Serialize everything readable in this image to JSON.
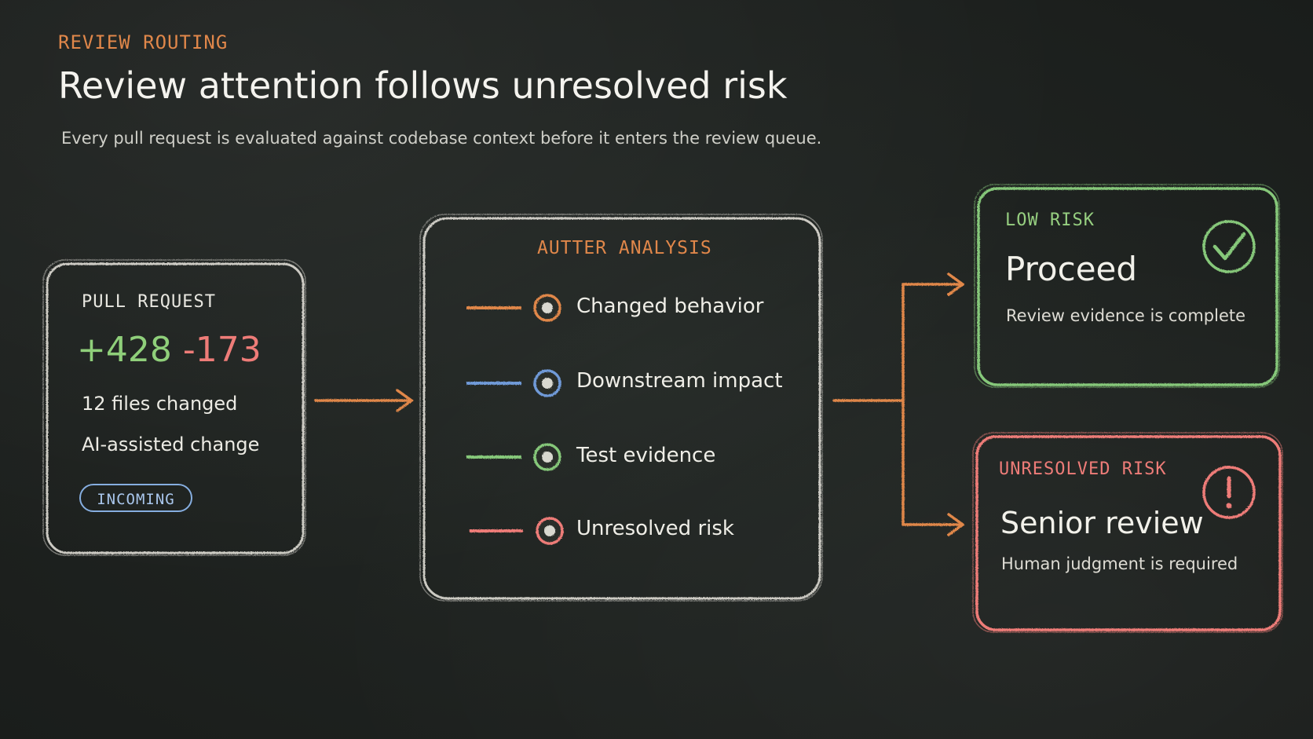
{
  "header": {
    "eyebrow": "REVIEW ROUTING",
    "title": "Review attention follows unresolved risk",
    "subtitle": "Every pull request is evaluated against codebase context before it enters the review queue."
  },
  "pull_request": {
    "label": "PULL REQUEST",
    "additions": "+428",
    "deletions": "-173",
    "files": "12 files changed",
    "note": "AI-assisted change",
    "badge": "INCOMING"
  },
  "analysis": {
    "label": "AUTTER ANALYSIS",
    "factors": [
      {
        "label": "Changed behavior",
        "color": "#e0874a"
      },
      {
        "label": "Downstream impact",
        "color": "#6f9ad8"
      },
      {
        "label": "Test evidence",
        "color": "#86c87a"
      },
      {
        "label": "Unresolved risk",
        "color": "#ee7c78"
      }
    ]
  },
  "outcomes": {
    "low": {
      "label": "LOW RISK",
      "title": "Proceed",
      "description": "Review evidence is complete",
      "color": "#86c87a"
    },
    "high": {
      "label": "UNRESOLVED RISK",
      "title": "Senior review",
      "description": "Human judgment is required",
      "color": "#ee7c78"
    }
  },
  "colors": {
    "accent": "#e0874a",
    "chalk": "#e8e7e0",
    "board": "#1d211f"
  }
}
